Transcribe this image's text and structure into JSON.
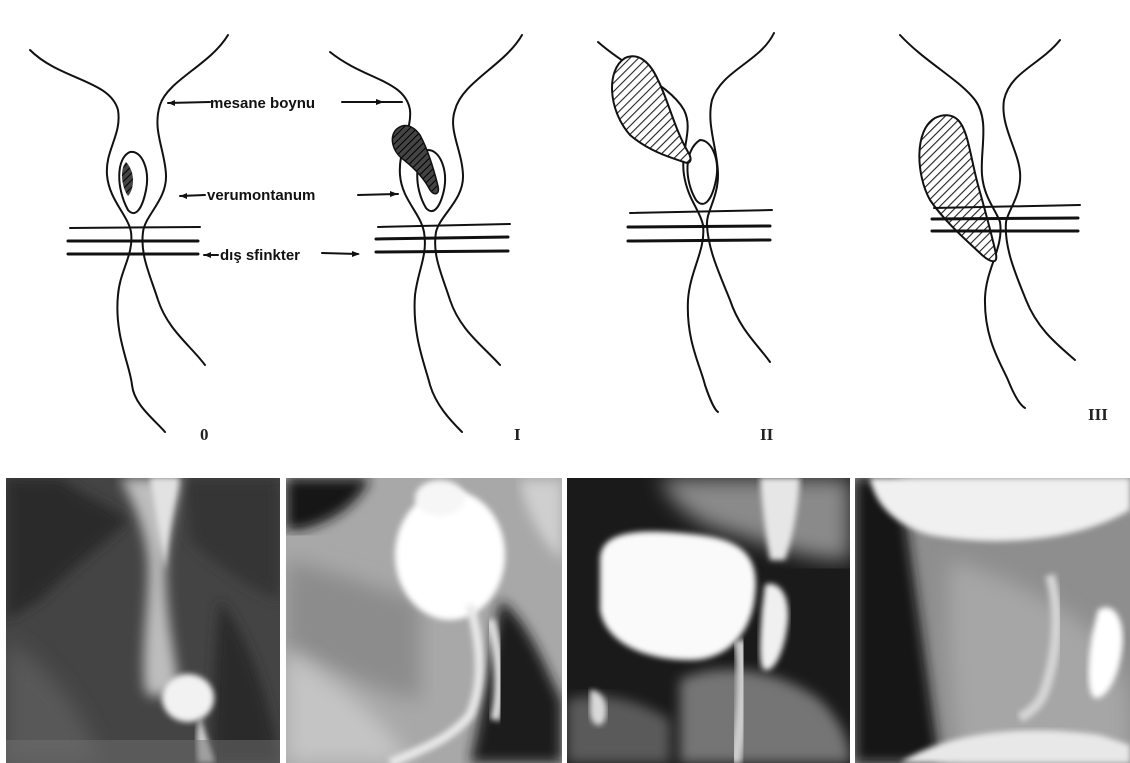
{
  "labels": {
    "bladder_neck": "mesane boynu",
    "verumontanum": "verumontanum",
    "external_sphincter": "dış sfinkter"
  },
  "grades": [
    "0",
    "I",
    "II",
    "III"
  ],
  "colors": {
    "ink": "#111111",
    "background": "#ffffff"
  }
}
